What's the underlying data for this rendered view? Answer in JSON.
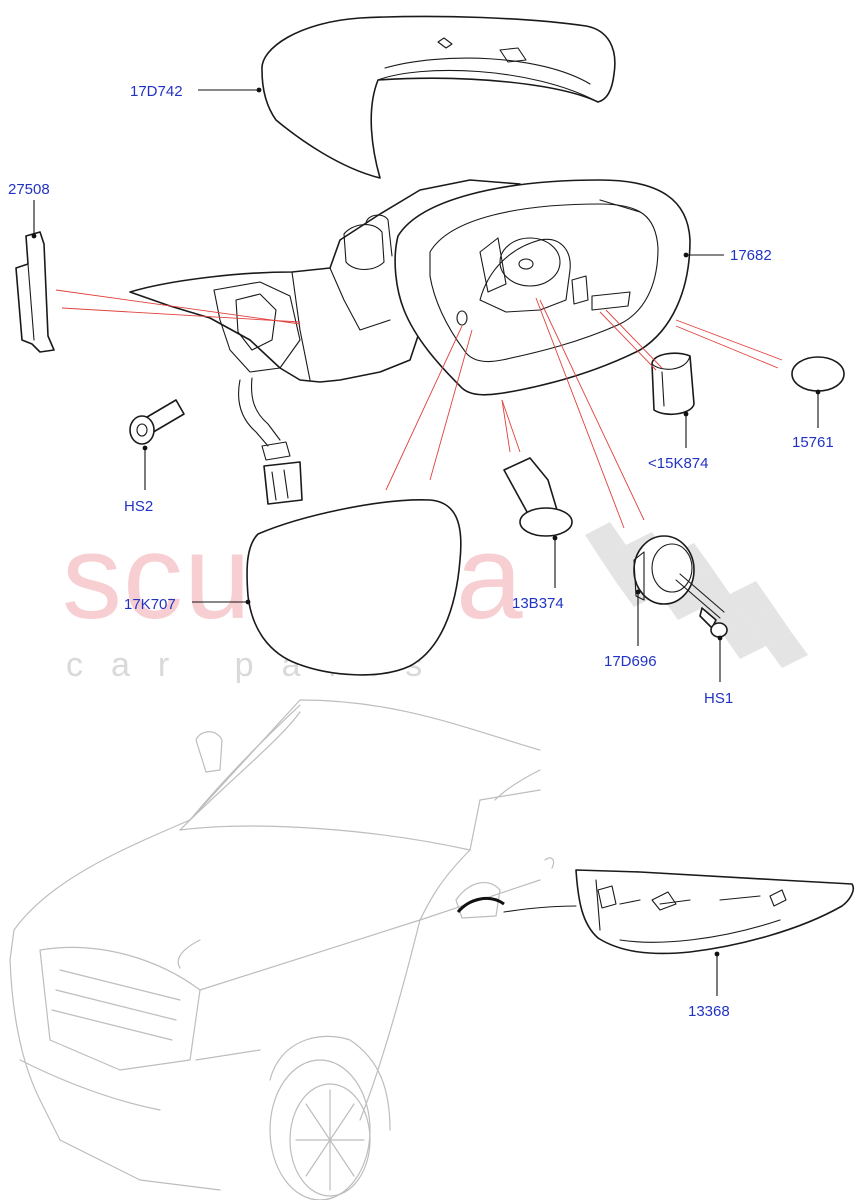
{
  "watermark": {
    "brand": "scuderia",
    "tagline": "car parts",
    "colors": {
      "brand": "#f7cfd2",
      "tagline": "#d9d9d9",
      "flag": "#e4e4e4"
    }
  },
  "colors": {
    "label": "#2233c4",
    "pointer": "#e0413d",
    "line": "#111111"
  },
  "parts": [
    {
      "id": "p17D742",
      "label": "17D742"
    },
    {
      "id": "p27508",
      "label": "27508"
    },
    {
      "id": "p17682",
      "label": "17682"
    },
    {
      "id": "p15761",
      "label": "15761"
    },
    {
      "id": "p15K874",
      "label": "<15K874"
    },
    {
      "id": "pHS2",
      "label": "HS2"
    },
    {
      "id": "p17K707",
      "label": "17K707"
    },
    {
      "id": "p13B374",
      "label": "13B374"
    },
    {
      "id": "p17D696",
      "label": "17D696"
    },
    {
      "id": "pHS1",
      "label": "HS1"
    },
    {
      "id": "p13368",
      "label": "13368"
    }
  ]
}
